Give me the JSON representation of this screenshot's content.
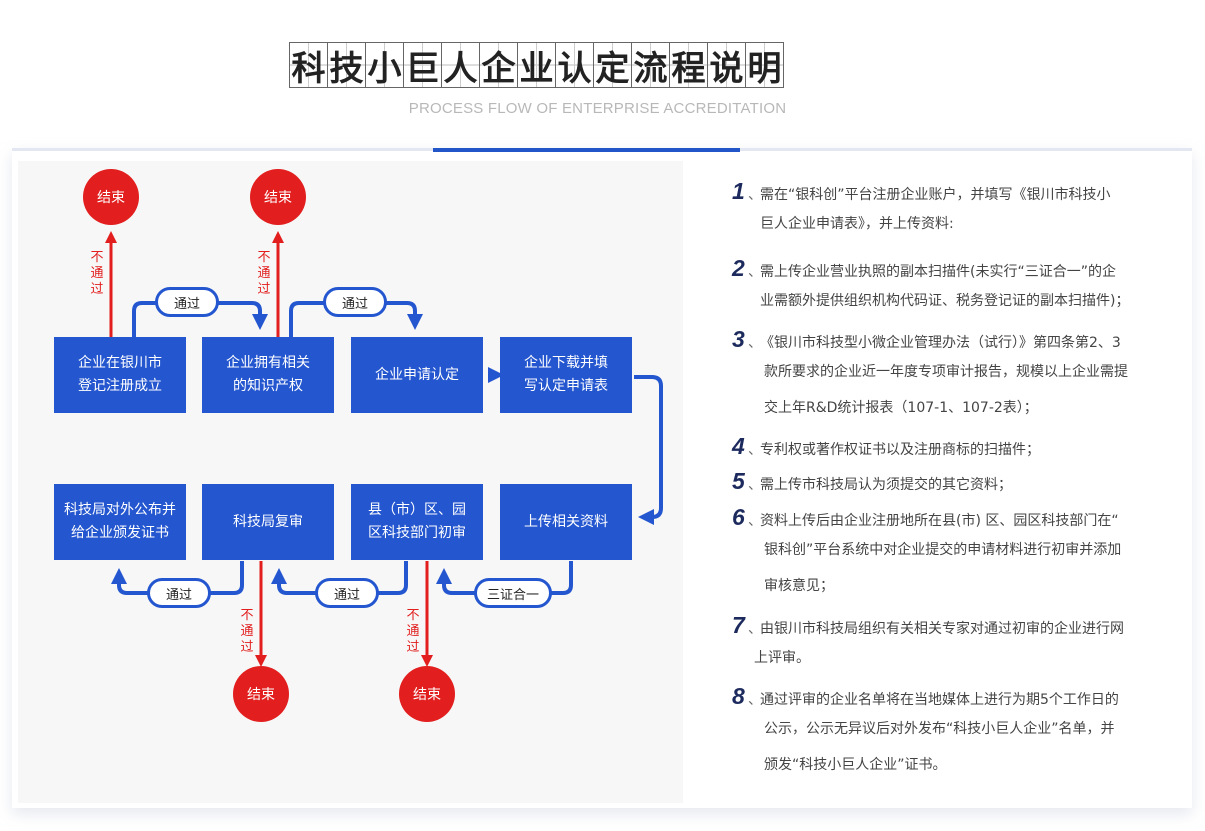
{
  "header": {
    "title_chars": [
      "科",
      "技",
      "小",
      "巨",
      "人",
      "企",
      "业",
      "认",
      "定",
      "流",
      "程",
      "说",
      "明"
    ],
    "subtitle": "PROCESS FLOW OF ENTERPRISE ACCREDITATION"
  },
  "colors": {
    "accent": "#2356cf",
    "end": "#e21e1e",
    "number": "#1c2a5e"
  },
  "flow": {
    "boxes": {
      "register": [
        "企业在银川市",
        "登记注册成立"
      ],
      "ip": [
        "企业拥有相关",
        "的知识产权"
      ],
      "apply": [
        "企业申请认定"
      ],
      "download": [
        "企业下载并填",
        "写认定申请表"
      ],
      "upload": [
        "上传相关资料"
      ],
      "initial_review": [
        "县（市）区、园",
        "区科技部门初审"
      ],
      "re_review": [
        "科技局复审"
      ],
      "publish": [
        "科技局对外公布并",
        "给企业颁发证书"
      ]
    },
    "end_label": "结束",
    "pass_label": "通过",
    "three_in_one_label": "三证合一",
    "fail_chars": [
      "不",
      "通",
      "过"
    ]
  },
  "steps": [
    {
      "num": "1",
      "sep": "、",
      "lines": [
        "需在“银科创”平台注册企业账户，并填写《银川市科技小",
        "巨人企业申请表》，并上传资料:"
      ]
    },
    {
      "num": "2",
      "sep": "、",
      "lines": [
        "需上传企业营业执照的副本扫描件(未实行“三证合一”的企",
        "业需额外提供组织机构代码证、税务登记证的副本扫描件)；"
      ]
    },
    {
      "num": "3",
      "sep": "、",
      "lines": [
        "《银川市科技型小微企业管理办法（试行）》第四条第2、3",
        "款所要求的企业近一年度专项审计报告，规模以上企业需提",
        "交上年R&D统计报表（107-1、107-2表）；"
      ]
    },
    {
      "num": "4",
      "sep": "、",
      "lines": [
        "专利权或著作权证书以及注册商标的扫描件；"
      ]
    },
    {
      "num": "5",
      "sep": "、",
      "lines": [
        "需上传市科技局认为须提交的其它资料；"
      ]
    },
    {
      "num": "6",
      "sep": "、",
      "lines": [
        "资料上传后由企业注册地所在县(市) 区、园区科技部门在“",
        "银科创”平台系统中对企业提交的申请材料进行初审并添加",
        "审核意见；"
      ]
    },
    {
      "num": "7",
      "sep": "、",
      "lines": [
        "由银川市科技局组织有关相关专家对通过初审的企业进行网",
        "上评审。"
      ]
    },
    {
      "num": "8",
      "sep": "、",
      "lines": [
        "通过评审的企业名单将在当地媒体上进行为期5个工作日的",
        "公示，公示无异议后对外发布“科技小巨人企业”名单，并",
        "颁发“科技小巨人企业”证书。"
      ]
    }
  ]
}
